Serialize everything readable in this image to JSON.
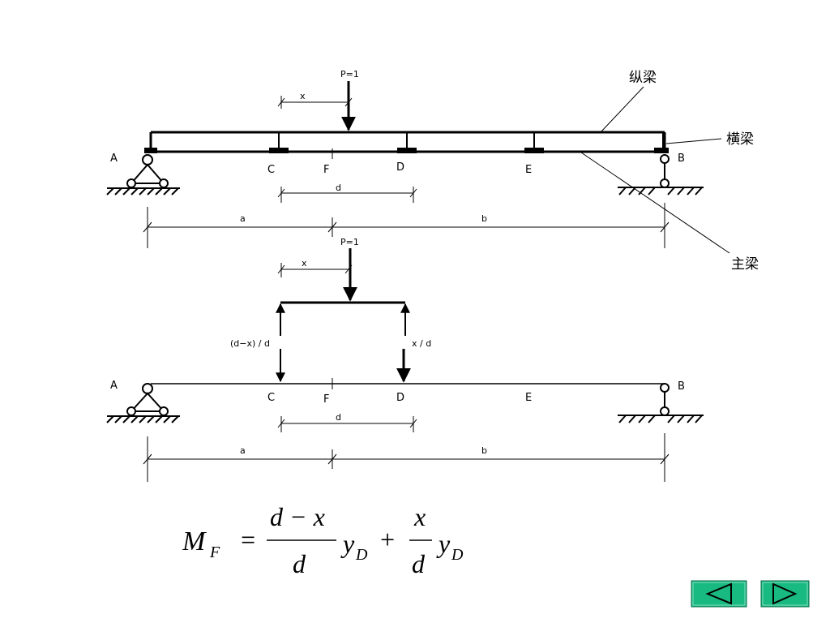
{
  "top": {
    "load": "P=1",
    "dim_x": "x",
    "dim_d": "d",
    "dim_a": "a",
    "dim_b": "b",
    "nodes": {
      "A": "A",
      "B": "B",
      "C": "C",
      "F": "F",
      "D": "D",
      "E": "E"
    },
    "callouts": {
      "stringer": "纵梁",
      "crossbeam": "横梁",
      "main_girder": "主梁"
    }
  },
  "bottom": {
    "load": "P=1",
    "dim_x": "x",
    "reaction_left": "(d−x) / d",
    "reaction_right": "x / d",
    "dim_d": "d",
    "dim_a": "a",
    "dim_b": "b",
    "nodes": {
      "A": "A",
      "B": "B",
      "C": "C",
      "F": "F",
      "D": "D",
      "E": "E"
    }
  },
  "formula": {
    "lhs": "M",
    "lhs_sub": "F",
    "eq": "=",
    "num1": "d − x",
    "den1": "d",
    "y1": "y",
    "y1_sub": "D",
    "plus": "+",
    "num2": "x",
    "den2": "d",
    "y2": "y",
    "y2_sub": "D"
  },
  "nav": {
    "prev": "previous-slide",
    "next": "next-slide",
    "color": "#19b982"
  }
}
